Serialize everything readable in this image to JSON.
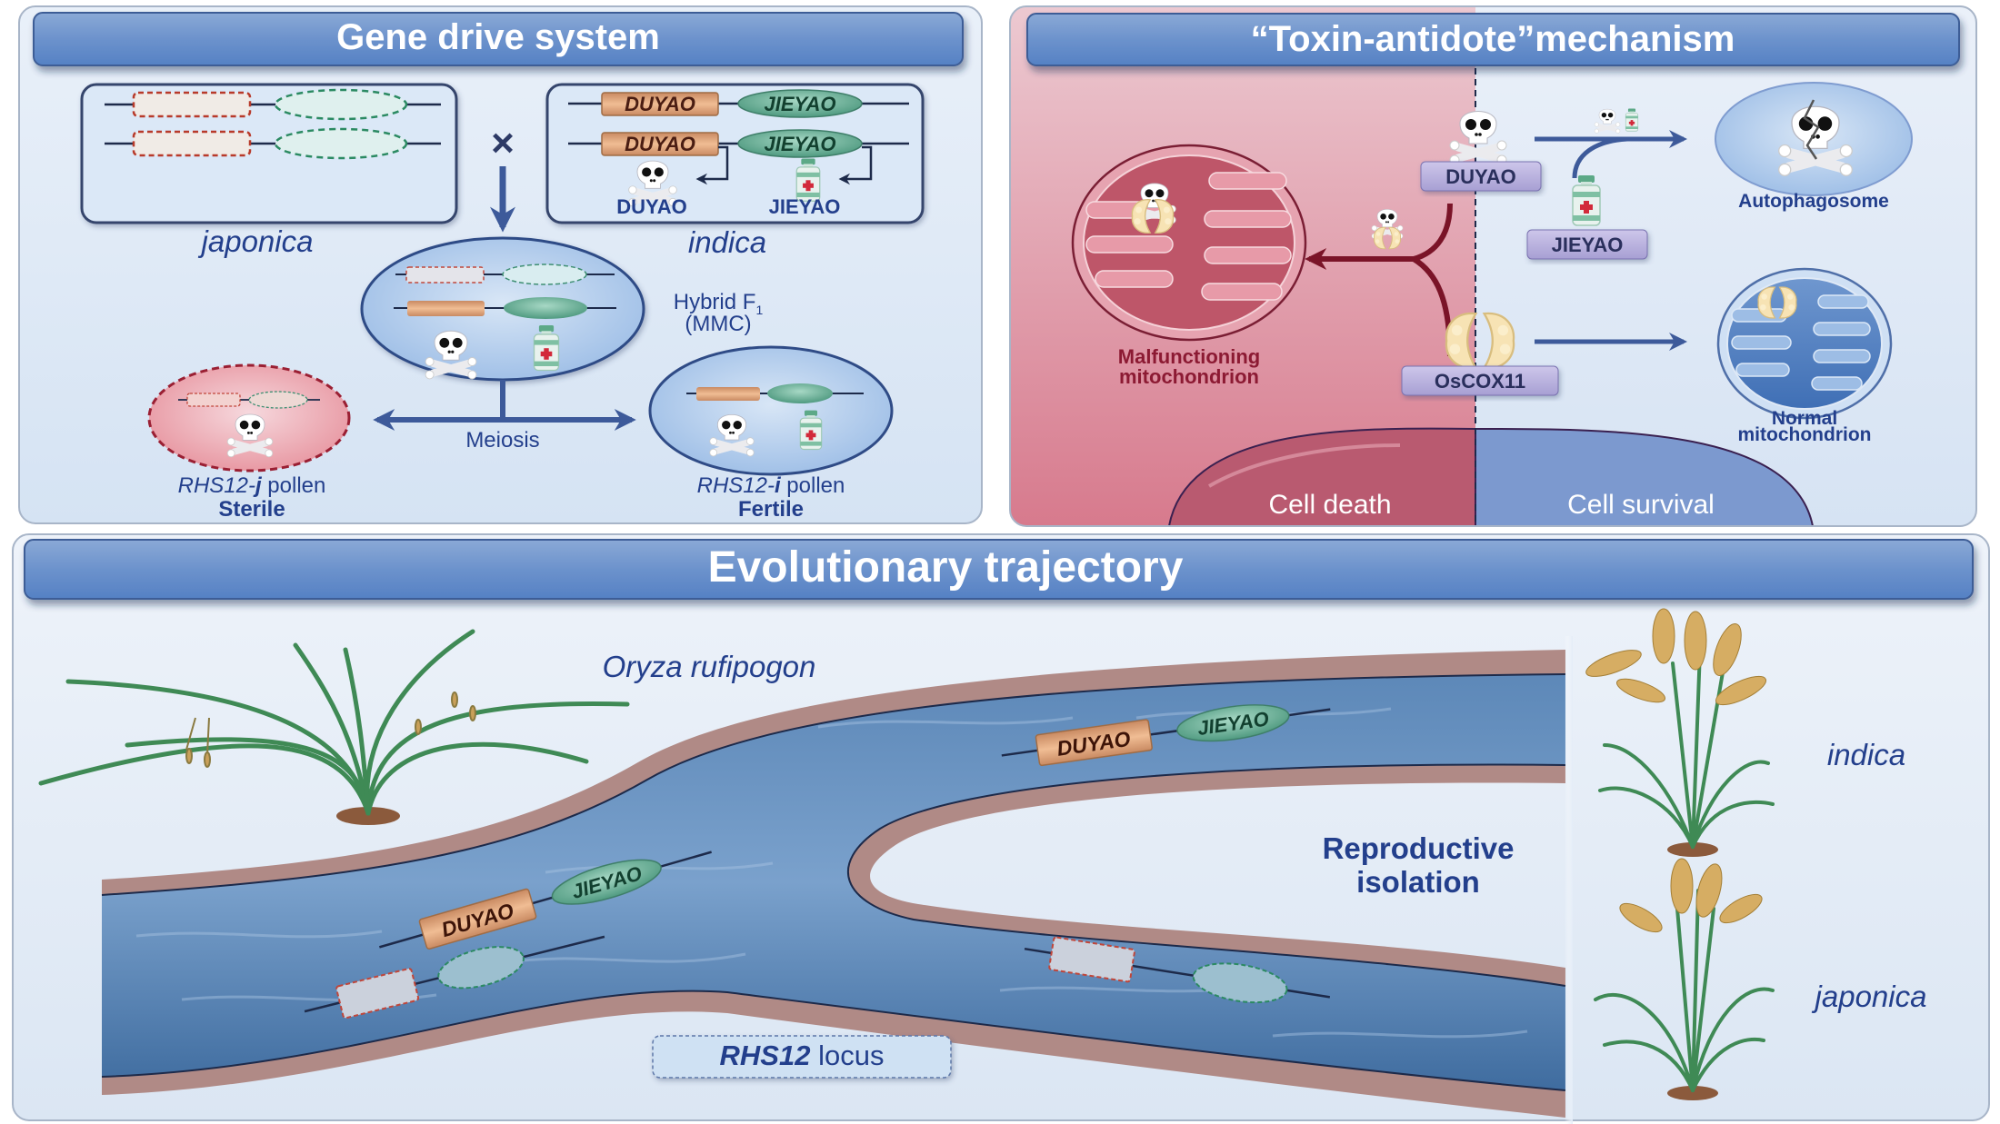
{
  "panels": {
    "gene_drive": {
      "title": "Gene drive system",
      "parent_left": "japonica",
      "parent_right": "indica",
      "cross_symbol": "×",
      "gene_toxin": "DUYAO",
      "gene_antidote": "JIEYAO",
      "product_toxin": "DUYAO",
      "product_antidote": "JIEYAO",
      "hybrid_label_line1": "Hybrid F",
      "hybrid_label_sub": "1",
      "hybrid_label_line2": "(MMC)",
      "process_label": "Meiosis",
      "pollen_left_prefix": "RHS12-",
      "pollen_left_allele": "j",
      "pollen_left_suffix": " pollen",
      "pollen_left_status": "Sterile",
      "pollen_right_prefix": "RHS12-",
      "pollen_right_allele": "i",
      "pollen_right_suffix": " pollen",
      "pollen_right_status": "Fertile"
    },
    "toxin_antidote": {
      "title": "“Toxin-antidote”mechanism",
      "toxin_tag": "DUYAO",
      "antidote_tag": "JIEYAO",
      "target_tag": "OsCOX11",
      "autophagosome_label": "Autophagosome",
      "malfunction_label_line1": "Malfunctioning",
      "malfunction_label_line2": "mitochondrion",
      "normal_label_line1": "Normal",
      "normal_label_line2": "mitochondrion",
      "outcome_left": "Cell death",
      "outcome_right": "Cell survival"
    },
    "evolution": {
      "title": "Evolutionary trajectory",
      "ancestor_label": "Oryza rufipogon",
      "isolation_label_line1": "Reproductive",
      "isolation_label_line2": "isolation",
      "branch_top_label": "indica",
      "branch_bottom_label": "japonica",
      "gene_toxin": "DUYAO",
      "gene_antidote": "JIEYAO",
      "locus_label_bold": "RHS12",
      "locus_label_rest": " locus"
    }
  },
  "colors": {
    "header": "#5b84c4",
    "label_blue": "#233f8c",
    "death_red": "#8c1a33",
    "toxin_orange": "#d9976a",
    "antidote_green": "#5fa88c",
    "river": "#4a77a8",
    "bank": "#b08a86"
  }
}
